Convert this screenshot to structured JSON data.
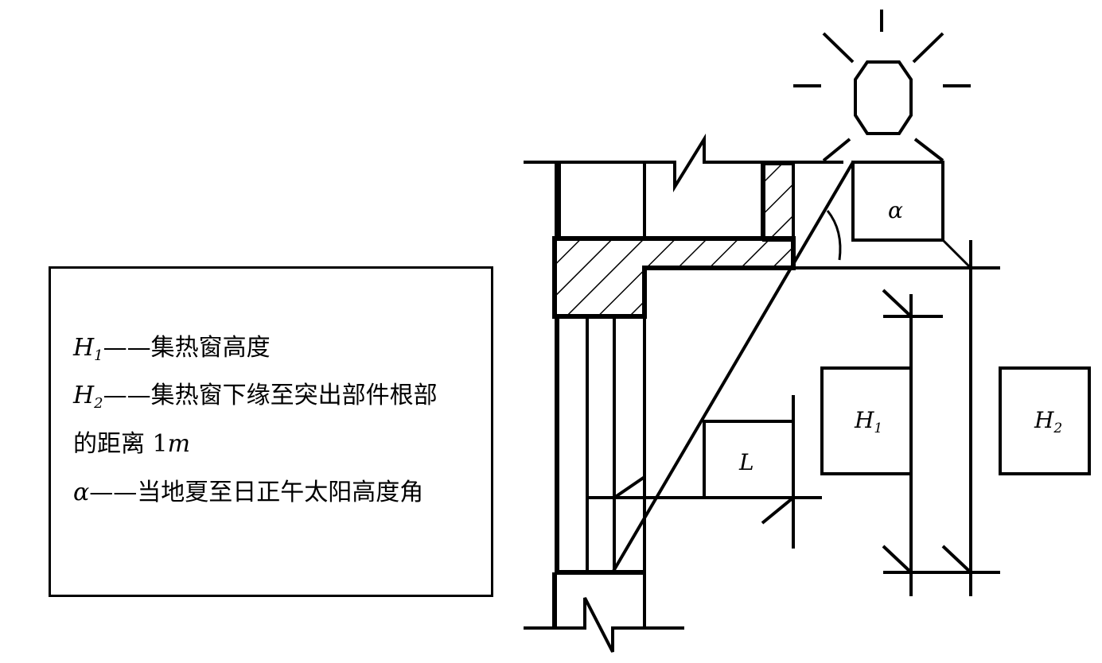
{
  "legend": {
    "h1": {
      "symbol": "H",
      "sub": "1",
      "text": "——集热窗高度"
    },
    "h2": {
      "symbol": "H",
      "sub": "2",
      "text": "——集热窗下缘至突出部件根部",
      "text2_prefix": "的距离 1",
      "text2_unit": "m"
    },
    "alpha": {
      "symbol": "α",
      "text": "——当地夏至日正午太阳高度角"
    }
  },
  "labels": {
    "alpha": "α",
    "h1": {
      "symbol": "H",
      "sub": "1"
    },
    "h2": {
      "symbol": "H",
      "sub": "2"
    },
    "l": "L"
  }
}
